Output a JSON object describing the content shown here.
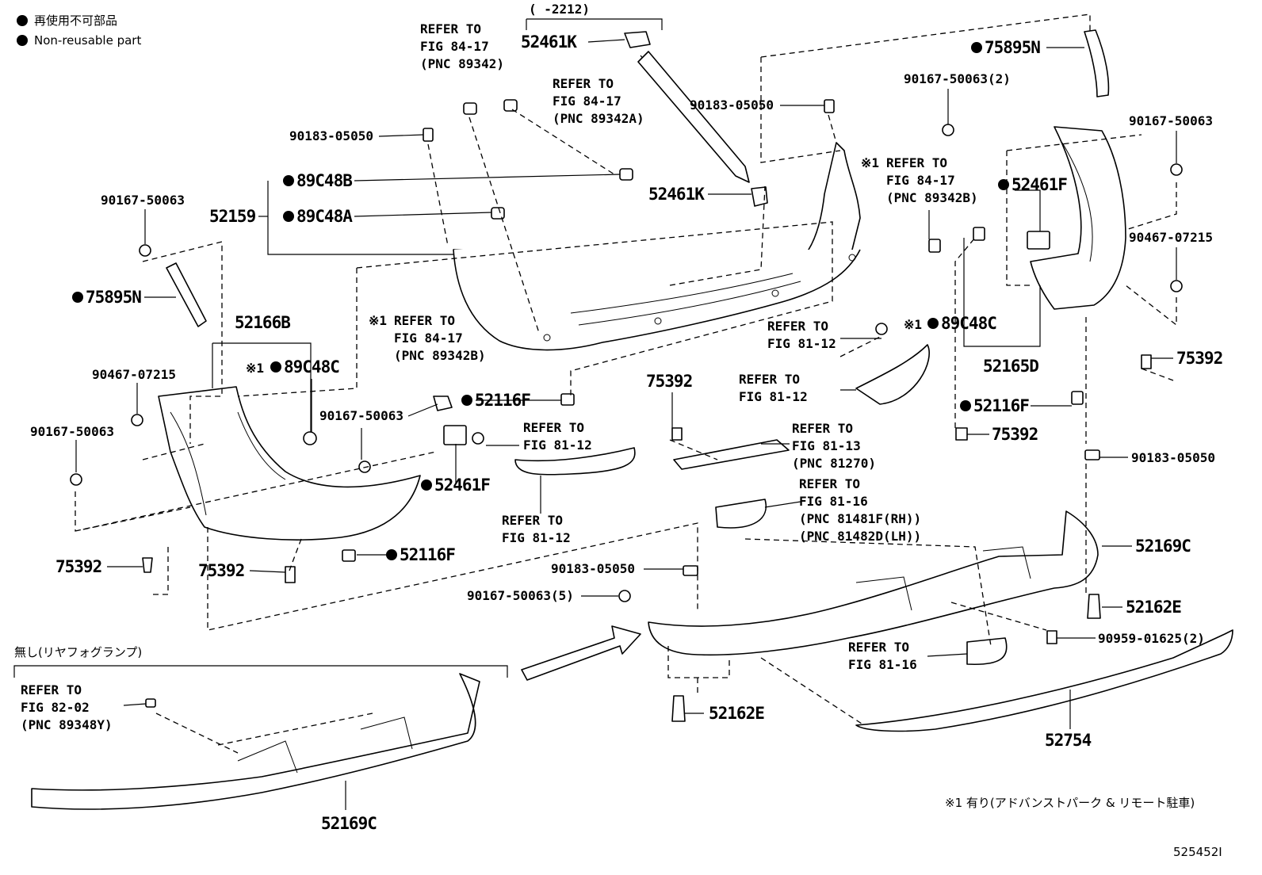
{
  "legend": {
    "jp": "再使用不可部品",
    "en": "Non-reusable part"
  },
  "date_range": "(    -2212)",
  "footnote": "※1 有り(アドバンストパーク & リモート駐車)",
  "without_group_label": "無し(リヤフォグランプ)",
  "figure_id": "525452I",
  "marks": {
    "footnote": "※1"
  },
  "labels": {
    "p52461K_top": "52461K",
    "p52461K_mid": "52461K",
    "ref_8417_a_1": "REFER TO",
    "ref_8417_a_2": "FIG 84-17",
    "ref_8417_a_3": "(PNC 89342)",
    "ref_8417_b_1": "REFER TO",
    "ref_8417_b_2": "FIG 84-17",
    "ref_8417_b_3": "(PNC 89342A)",
    "p90183_a": "90183-05050",
    "p90183_b": "90183-05050",
    "p90183_c": "90183-05050",
    "p90183_d": "90183-05050",
    "p89C48B": "89C48B",
    "p52159": "52159",
    "p89C48A": "89C48A",
    "p90167_left": "90167-50063",
    "p75895N_left": "75895N",
    "p75895N_right": "75895N",
    "p52166B": "52166B",
    "ref_8417_c_1": "REFER TO",
    "ref_8417_c_2": "FIG 84-17",
    "ref_8417_c_3": "(PNC 89342B)",
    "p89C48C_left": "89C48C",
    "p90467_left": "90467-07215",
    "p52116F_center": "52116F",
    "p90167_center": "90167-50063",
    "p90167_left2": "90167-50063",
    "p52461F_left": "52461F",
    "ref_8112_a_1": "REFER TO",
    "ref_8112_a_2": "FIG 81-12",
    "ref_8112_b_1": "REFER TO",
    "ref_8112_b_2": "FIG 81-12",
    "p75392_left": "75392",
    "p75392_left2": "75392",
    "p52116F_lower": "52116F",
    "p90167_5": "90167-50063(5)",
    "p75392_center": "75392",
    "ref_8113_1": "REFER TO",
    "ref_8113_2": "FIG 81-13",
    "ref_8113_3": "(PNC 81270)",
    "ref_8112_c_1": "REFER TO",
    "ref_8112_c_2": "FIG 81-12",
    "ref_8112_d_1": "REFER TO",
    "ref_8112_d_2": "FIG 81-12",
    "ref_8116_a_1": "REFER TO",
    "ref_8116_a_2": "FIG 81-16",
    "ref_8116_a_3": "(PNC 81481F(RH))",
    "ref_8116_a_4": "(PNC 81482D(LH))",
    "p90167_2": "90167-50063(2)",
    "ref_8417_d_1": "REFER TO",
    "ref_8417_d_2": "FIG 84-17",
    "ref_8417_d_3": "(PNC 89342B)",
    "p52461F_right": "52461F",
    "p90167_right": "90167-50063",
    "p90467_right": "90467-07215",
    "p89C48C_right": "89C48C",
    "p52165D": "52165D",
    "p75392_right": "75392",
    "p52116F_right": "52116F",
    "p75392_right2": "75392",
    "p52169C_right": "52169C",
    "p52162E_right": "52162E",
    "p90959": "90959-01625(2)",
    "ref_8116_b_1": "REFER TO",
    "ref_8116_b_2": "FIG 81-16",
    "p52754": "52754",
    "p52162E_lower": "52162E",
    "ref_8202_1": "REFER TO",
    "ref_8202_2": "FIG 82-02",
    "ref_8202_3": "(PNC 89348Y)",
    "p52169C_lower": "52169C"
  }
}
